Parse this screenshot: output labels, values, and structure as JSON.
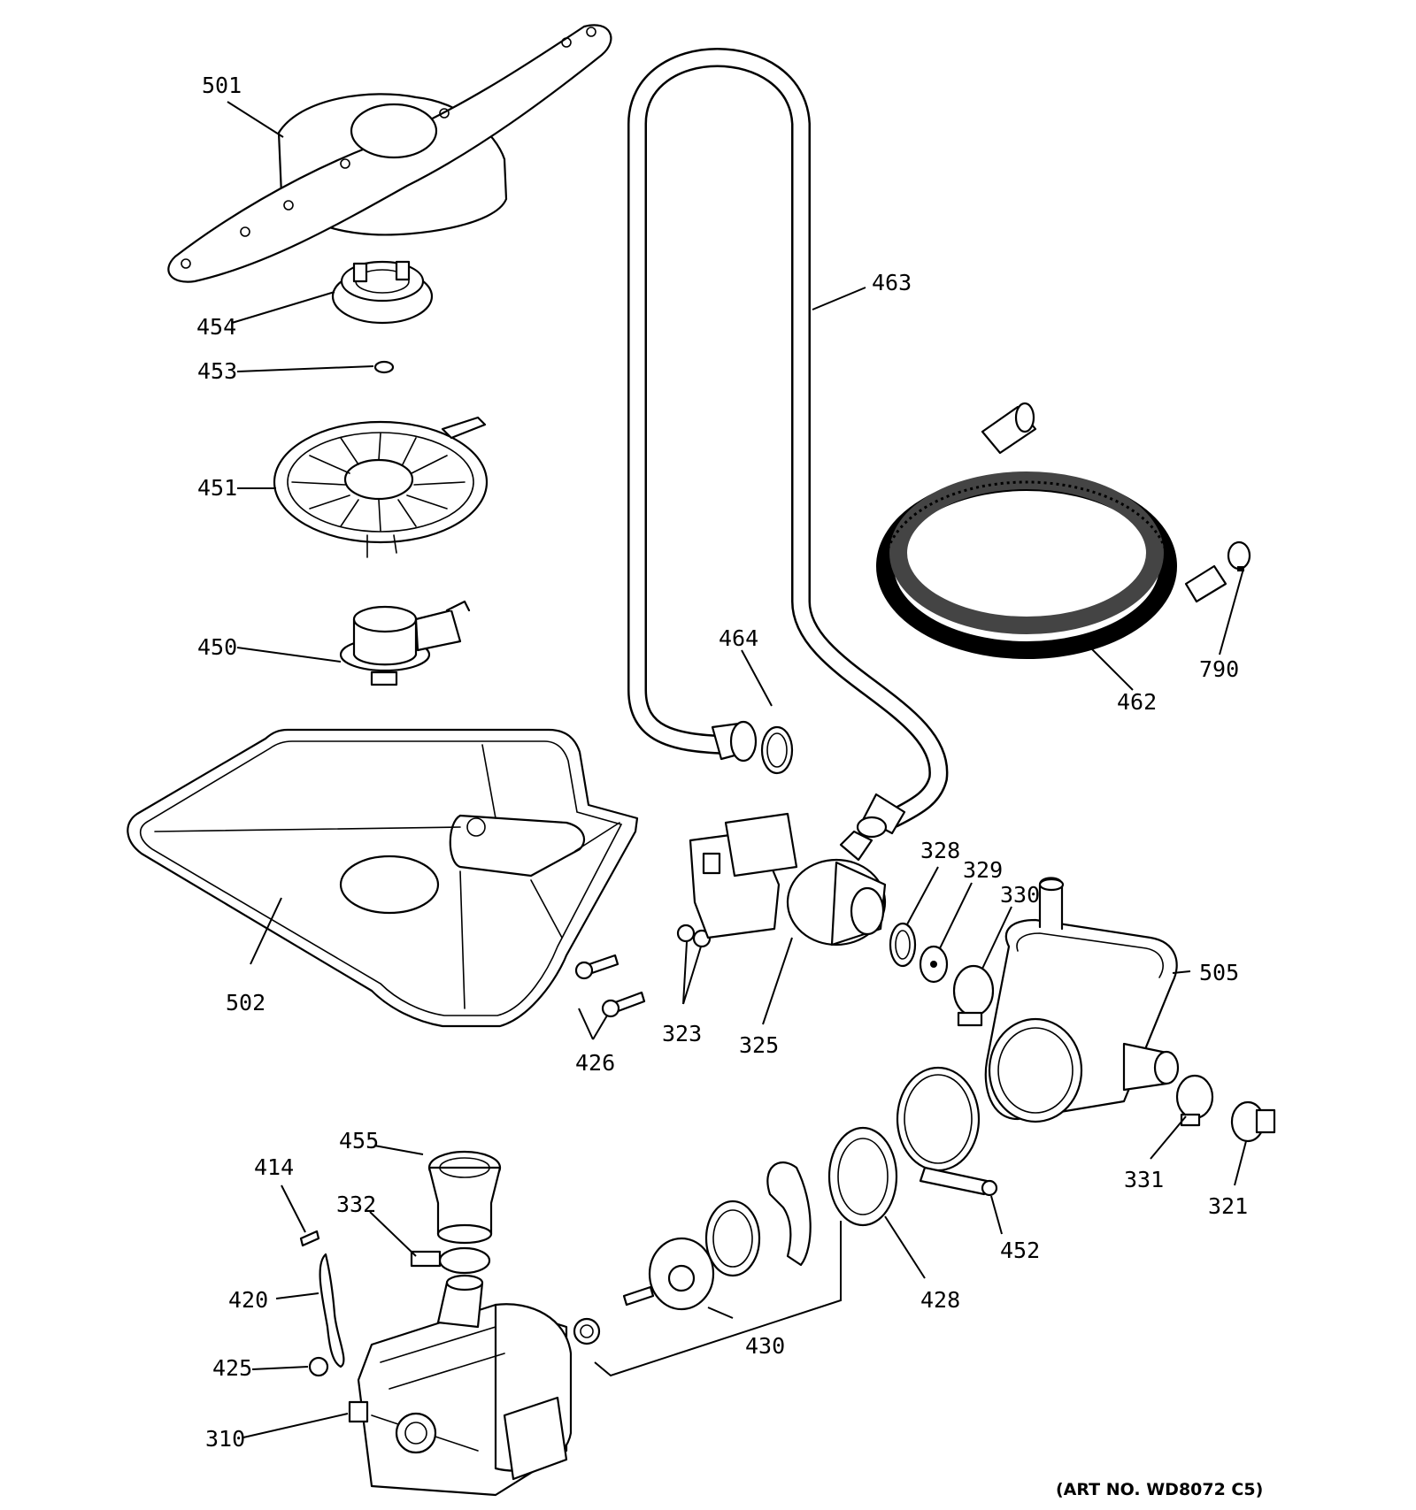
{
  "callouts": {
    "c501": "501",
    "c454": "454",
    "c453": "453",
    "c451": "451",
    "c450": "450",
    "c463": "463",
    "c464": "464",
    "c462": "462",
    "c790": "790",
    "c502": "502",
    "c426": "426",
    "c323": "323",
    "c325": "325",
    "c328": "328",
    "c329": "329",
    "c330": "330",
    "c505": "505",
    "c331": "331",
    "c321": "321",
    "c455": "455",
    "c414": "414",
    "c332": "332",
    "c420": "420",
    "c425": "425",
    "c310": "310",
    "c430": "430",
    "c428": "428",
    "c452": "452"
  },
  "art_number": "(ART NO. WD8072 C5)"
}
